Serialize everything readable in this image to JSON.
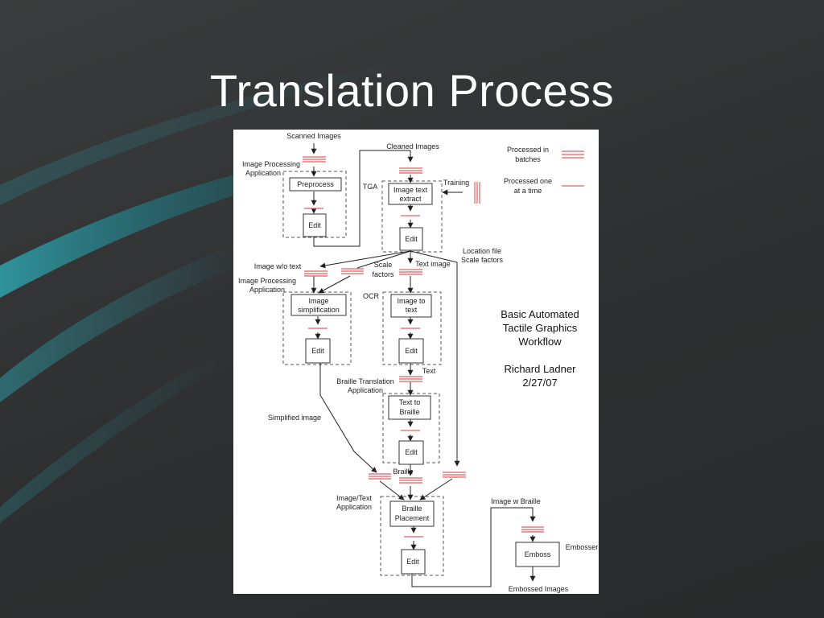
{
  "slide": {
    "title": "Translation Process"
  },
  "diagram": {
    "inputs": {
      "scanned_images": "Scanned Images",
      "cleaned_images": "Cleaned Images",
      "training": "Training",
      "tga": "TGA",
      "image_processing_app_1": [
        "Image Processing",
        "Application"
      ],
      "image_processing_app_2": [
        "Image Processing",
        "Application"
      ],
      "image_wo_text": "Image w/o text",
      "scale_factors": [
        "Scale",
        "factors"
      ],
      "text_image": "Text image",
      "location_file": [
        "Location file",
        "Scale factors"
      ],
      "ocr": "OCR",
      "text": "Text",
      "braille_translation_app": [
        "Braille Translation",
        "Application"
      ],
      "simplified_image": "Simplified image",
      "braille": "Braille",
      "image_text_app": [
        "Image/Text",
        "Application"
      ],
      "image_w_braille": "Image w Braille",
      "embosser": "Embosser",
      "embossed_images": "Embossed Images"
    },
    "boxes": {
      "preprocess": [
        "Preprocess"
      ],
      "edit": [
        "Edit"
      ],
      "image_text_extract": [
        "Image text",
        "extract"
      ],
      "image_simplification": [
        "Image",
        "simplification"
      ],
      "image_to_text": [
        "Image to",
        "text"
      ],
      "text_to_braille": [
        "Text to",
        "Braille"
      ],
      "braille_placement": [
        "Braille",
        "Placement"
      ],
      "emboss": [
        "Emboss"
      ]
    },
    "legend": {
      "batches": [
        "Processed in",
        "batches"
      ],
      "one_at_a_time": [
        "Processed one",
        "at a time"
      ]
    },
    "caption": {
      "workflow": [
        "Basic Automated",
        "Tactile Graphics",
        "Workflow"
      ],
      "author": "Richard Ladner",
      "date": "2/27/07"
    },
    "colors": {
      "marker_red": "#e06060",
      "swoosh_teal": "#2fa3ad"
    }
  }
}
